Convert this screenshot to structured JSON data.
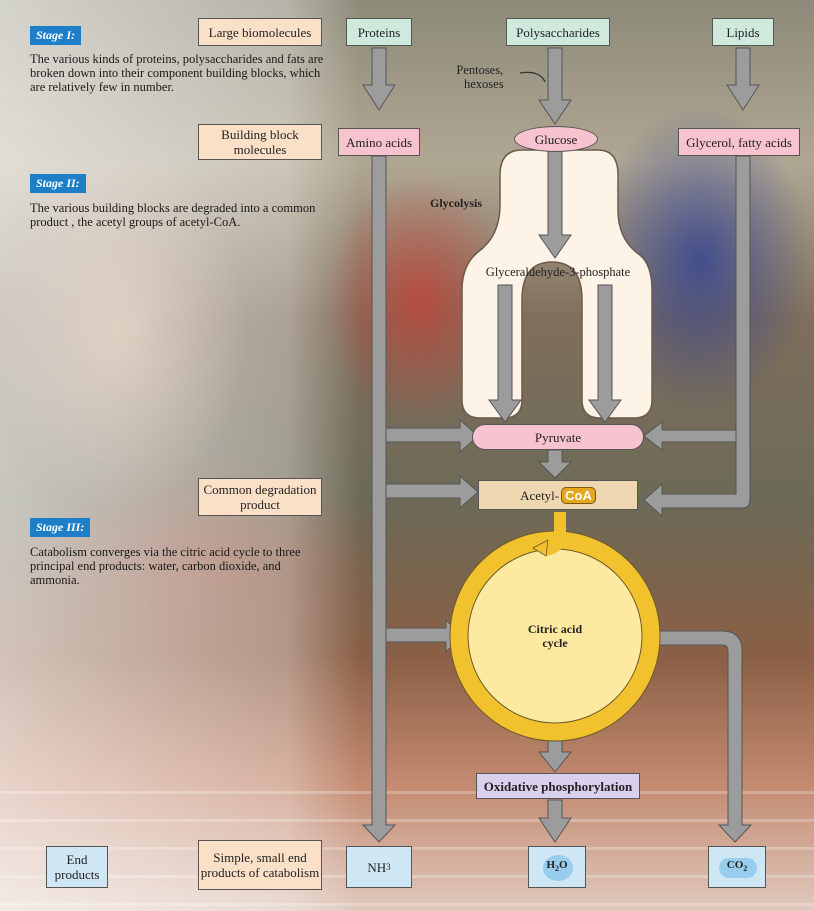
{
  "stages": [
    {
      "label": "Stage I:",
      "text": "The various kinds of proteins, polysaccharides and fats are broken down into their component building blocks, which are relatively few in number."
    },
    {
      "label": "Stage II:",
      "text": "The various building blocks are degraded into a common product , the acetyl groups of acetyl-CoA."
    },
    {
      "label": "Stage III:",
      "text": "Catabolism converges via the citric acid cycle to three principal end products: water, carbon dioxide, and ammonia."
    }
  ],
  "row_labels": {
    "large": "Large biomolecules",
    "building": "Building block molecules",
    "common": "Common degradation product",
    "simple": "Simple, small end products of catabolism",
    "end": "End products"
  },
  "nodes": {
    "proteins": "Proteins",
    "polysaccharides": "Polysaccharides",
    "lipids": "Lipids",
    "amino_acids": "Amino acids",
    "glucose": "Glucose",
    "glycerol": "Glycerol, fatty acids",
    "pentoses_1": "Pentoses,",
    "pentoses_2": "hexoses",
    "glycolysis": "Glycolysis",
    "g3p": "Glyceraldehyde-3-phosphate",
    "pyruvate": "Pyruvate",
    "acetyl": "Acetyl-",
    "coa": "CoA",
    "citric_1": "Citric acid",
    "citric_2": "cycle",
    "oxphos": "Oxidative phosphorylation",
    "nh3": "NH",
    "nh3_sub": "3",
    "h2o_h": "H",
    "h2o_sub": "2",
    "h2o_o": "O",
    "co2_c": "CO",
    "co2_sub": "2"
  },
  "colors": {
    "stage_label": "#1e7fc8",
    "peach": "#fbe0c8",
    "green": "#cfeadc",
    "pink": "#f7c3cf",
    "blue": "#cfe6f5",
    "arrow": "#9c9c9c",
    "cycle_ring": "#f2c12e",
    "cycle_fill": "#fdeaa0",
    "glycolysis_fill": "#fdf3e6",
    "acetyl_box": "#efd7b2",
    "oxphos_box": "#d9d0ec"
  }
}
